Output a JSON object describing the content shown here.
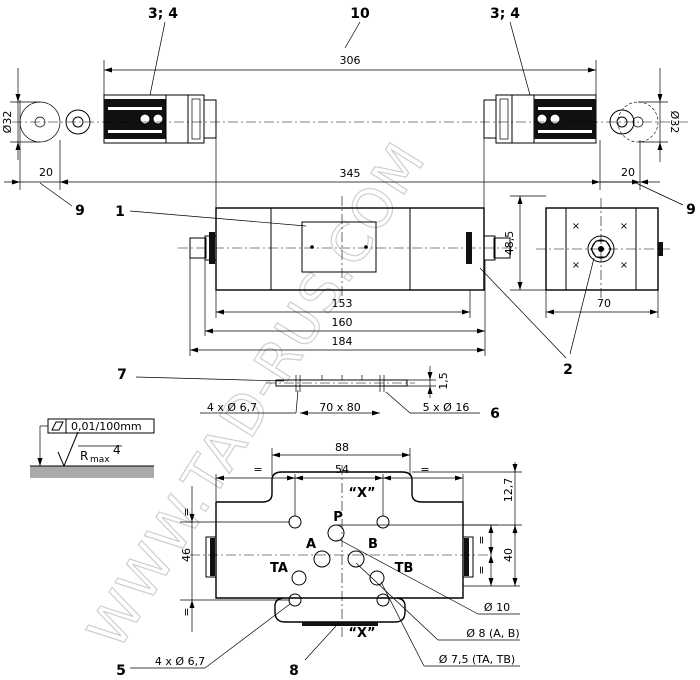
{
  "callouts": {
    "c10": "10",
    "c34_left": "3; 4",
    "c34_right": "3; 4",
    "c9_left": "9",
    "c9_right": "9",
    "c1": "1",
    "c2": "2",
    "c7": "7",
    "c6": "6",
    "c5": "5",
    "c8": "8"
  },
  "dimensions": {
    "d306": "306",
    "d345": "345",
    "d20_left": "20",
    "d20_right": "20",
    "d32_left": "Ø32",
    "d32_right": "Ø32",
    "d153": "153",
    "d160": "160",
    "d184": "184",
    "d48_5": "48,5",
    "d70": "70",
    "d1_5": "1,5",
    "d4x67_top": "4 x Ø 6,7",
    "d70x80": "70 x 80",
    "d5x16": "5 x Ø 16",
    "d88": "88",
    "d54": "54",
    "d12_7": "12,7",
    "d46": "46",
    "d40": "40",
    "eq": "=",
    "d10": "Ø 10",
    "d8": "Ø 8 (A, B)",
    "d7_5": "Ø 7,5 (TA, TB)",
    "d4x67_bottom": "4 x Ø 6,7"
  },
  "ports": {
    "P": "P",
    "A": "A",
    "B": "B",
    "TA": "TA",
    "TB": "TB",
    "X_top": "“X”",
    "X_bottom": "“X”"
  },
  "surface": {
    "flatness": "0,01/100mm",
    "rmax": "R",
    "rmax_sub": "max",
    "rmax_val": "4"
  },
  "watermark": "WWW.TAD-RUS.COM"
}
